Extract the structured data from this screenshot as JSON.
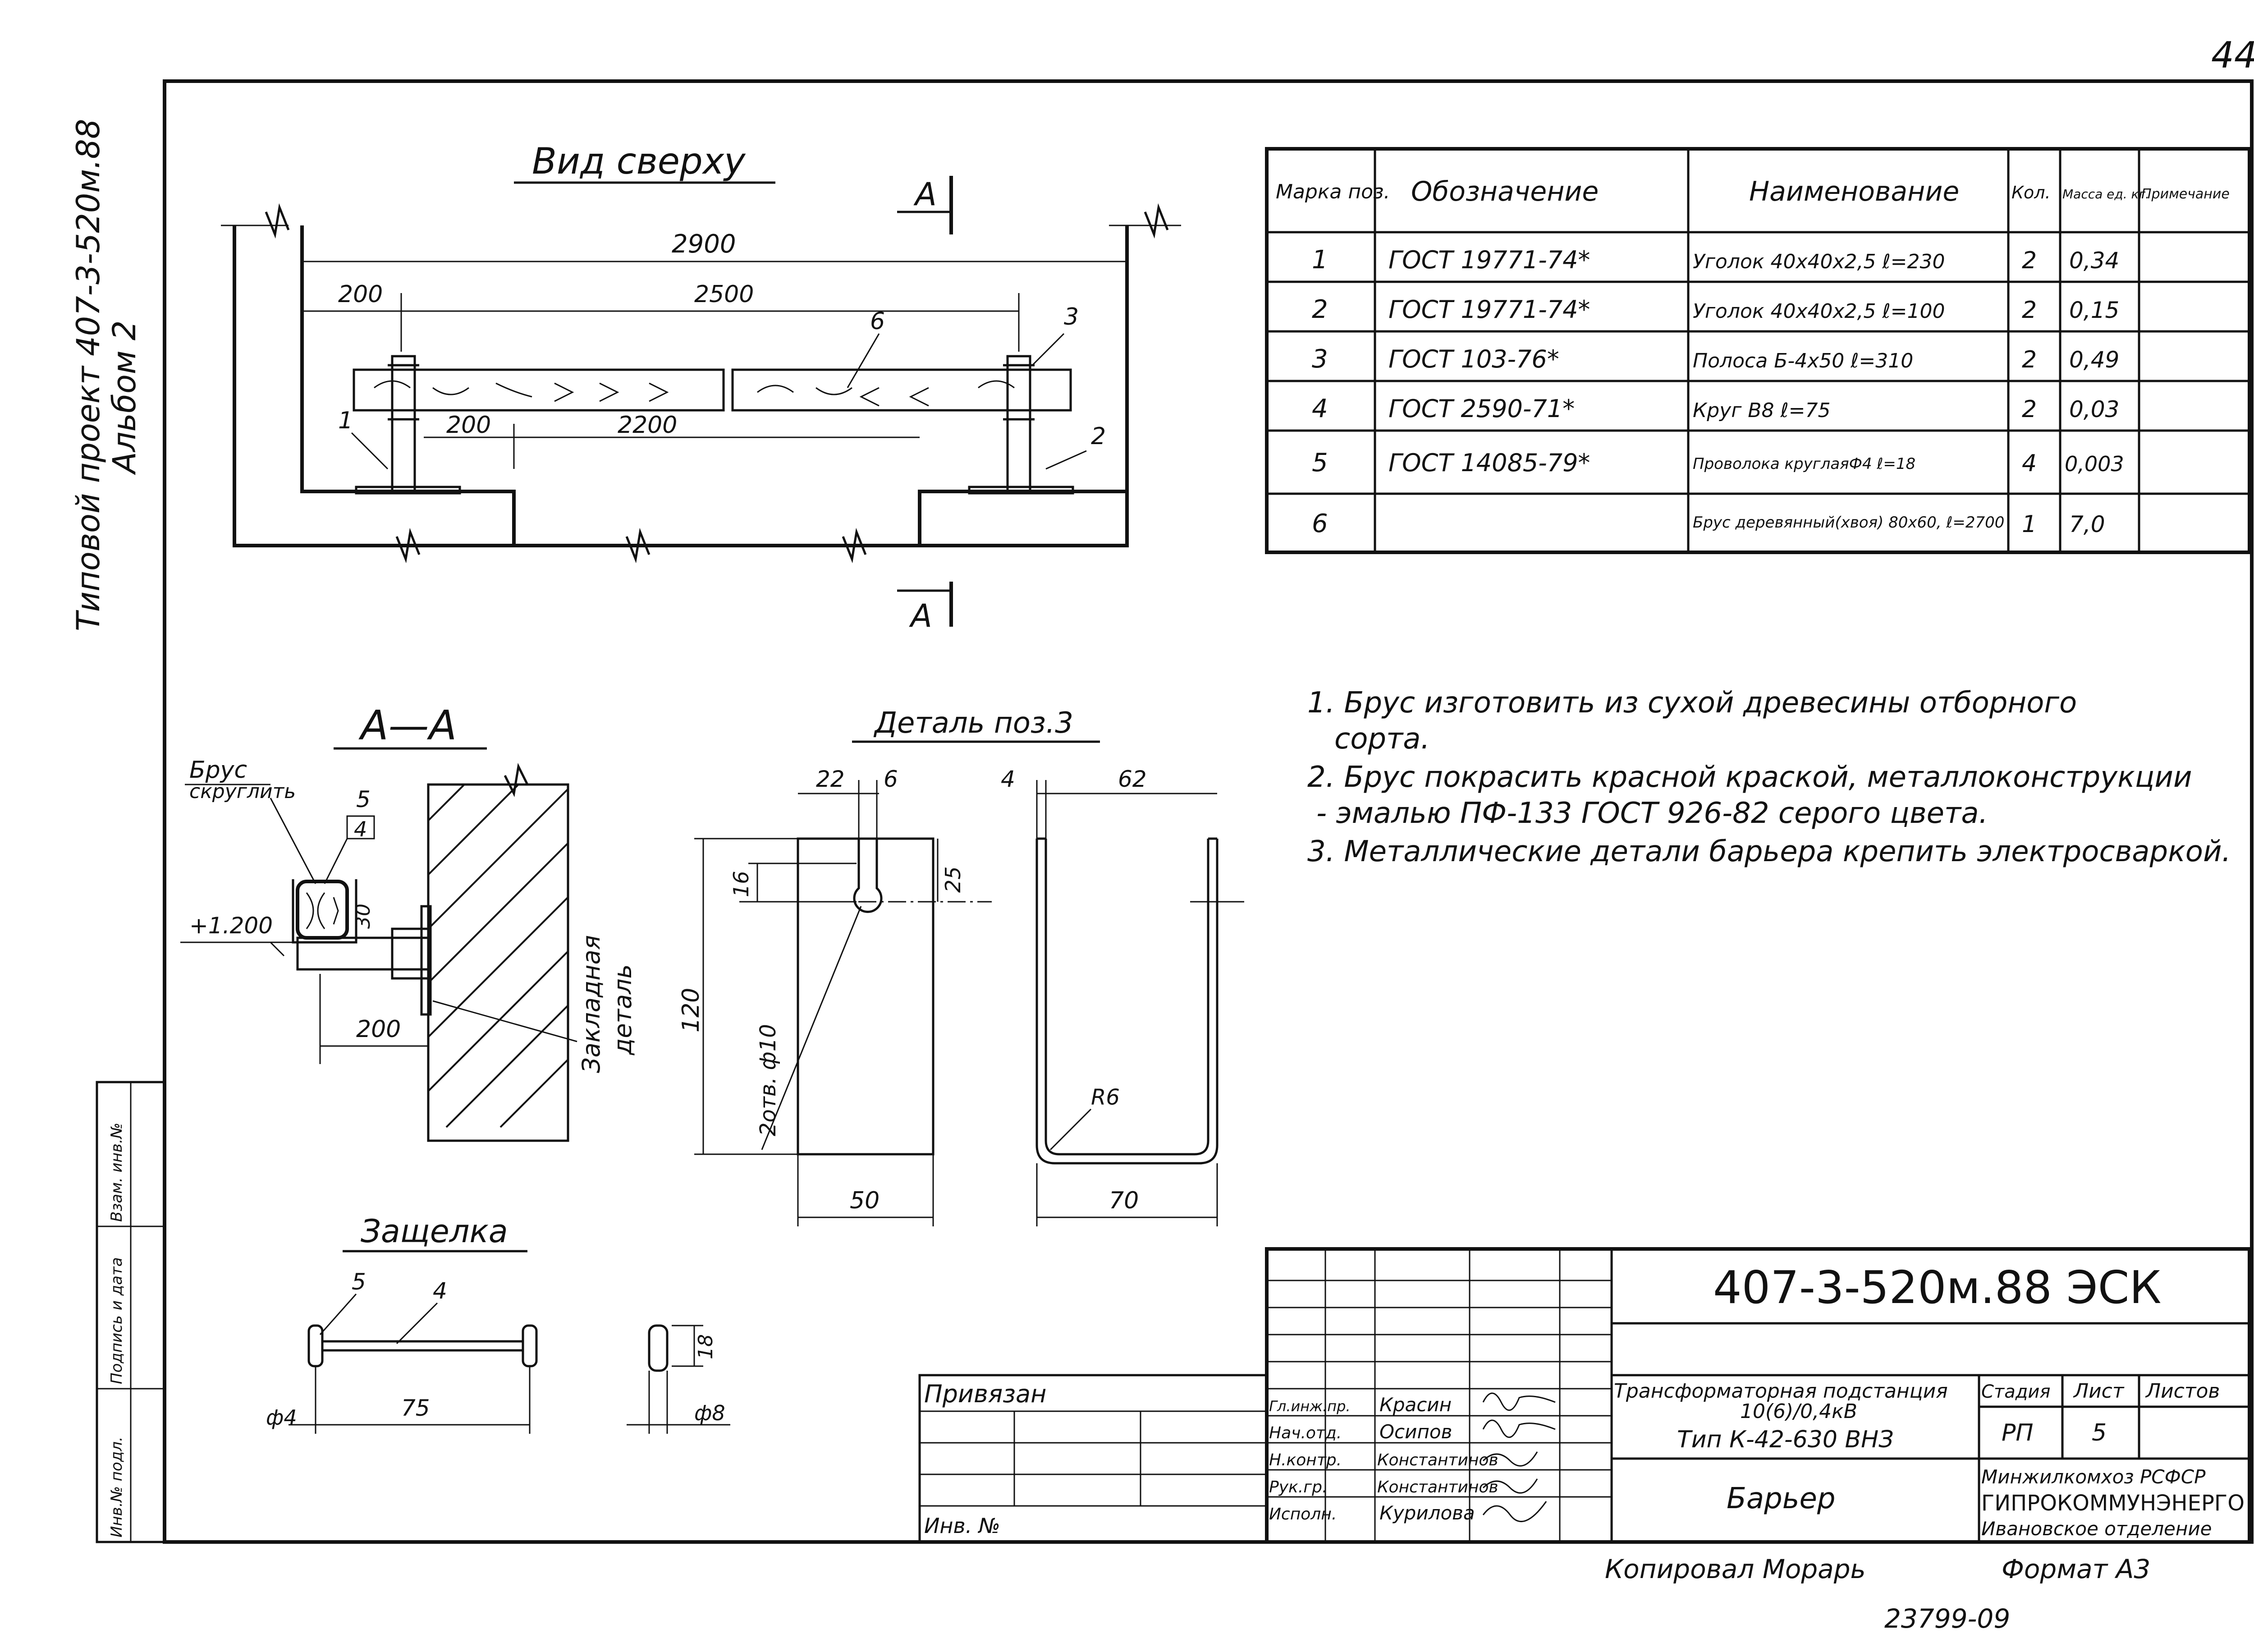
{
  "sheet_no": "44",
  "side_project": "Типовой проект 407-3-520м.88",
  "side_album": "Альбом 2",
  "side_stamp": [
    "Инв.№ подл.",
    "Подпись и дата",
    "Взам. инв.№"
  ],
  "views": {
    "top_title": "Вид сверху",
    "top_dims": {
      "overall": "2900",
      "left": "200",
      "span": "2500",
      "inner_left": "200",
      "inner_span": "2200"
    },
    "section_mark": "А",
    "section_title": "А—А",
    "section_labels": {
      "brus": "Брус",
      "round": "скруглить",
      "level": "+1.200",
      "p5": "5",
      "p4": "4",
      "d30": "30",
      "d200": "200",
      "embed1": "Закладная",
      "embed2": "деталь"
    },
    "detail_title": "Деталь поз.3",
    "detail_dims": {
      "d22": "22",
      "d6": "6",
      "d4": "4",
      "d62": "62",
      "d16": "16",
      "d25": "25",
      "d120": "120",
      "hole": "2отв. ф10",
      "r6": "R6",
      "d50": "50",
      "d70": "70"
    },
    "latch_title": "Защелка",
    "latch_dims": {
      "p5": "5",
      "p4": "4",
      "phi4": "ф4",
      "d75": "75",
      "d18": "18",
      "phi8": "ф8"
    },
    "top_callouts": {
      "p1": "1",
      "p2": "2",
      "p3": "3",
      "p6": "6"
    }
  },
  "spec_table": {
    "headers": [
      "Марка поз.",
      "Обозначение",
      "Наименование",
      "Кол.",
      "Масса ед. кг.",
      "Примечание"
    ],
    "rows": [
      [
        "1",
        "ГОСТ 19771-74*",
        "Уголок 40х40х2,5 ℓ=230",
        "2",
        "0,34",
        ""
      ],
      [
        "2",
        "ГОСТ 19771-74*",
        "Уголок 40х40х2,5 ℓ=100",
        "2",
        "0,15",
        ""
      ],
      [
        "3",
        "ГОСТ 103-76*",
        "Полоса Б-4х50 ℓ=310",
        "2",
        "0,49",
        ""
      ],
      [
        "4",
        "ГОСТ 2590-71*",
        "Круг В8 ℓ=75",
        "2",
        "0,03",
        ""
      ],
      [
        "5",
        "ГОСТ 14085-79*",
        "Проволока круглаяФ4 ℓ=18",
        "4",
        "0,003",
        ""
      ],
      [
        "6",
        "",
        "Брус деревянный(хвоя) 80х60, ℓ=2700",
        "1",
        "7,0",
        ""
      ]
    ]
  },
  "notes": [
    "1. Брус изготовить из сухой древесины отборного",
    "сорта.",
    "2. Брус покрасить красной краской, металлоконструкции",
    "- эмалью ПФ-133 ГОСТ 926-82 серого цвета.",
    "3. Металлические детали барьера крепить электросваркой."
  ],
  "title_block": {
    "doc_code": "407-3-520м.88 ЭСК",
    "privyazan": "Привязан",
    "inv_no": "Инв. №",
    "roles": [
      "Гл.инж.пр.",
      "Нач.отд.",
      "Н.контр.",
      "Рук.гр.",
      "Исполн."
    ],
    "names": [
      "Красин",
      "Осипов",
      "Константинов",
      "Константинов",
      "Курилова"
    ],
    "object_line1": "Трансформаторная подстанция",
    "object_line2": "10(6)/0,4кВ",
    "object_line3": "Тип К-42-630 ВНЗ",
    "sheet_title": "Барьер",
    "stage_hdr": "Стадия",
    "sheet_hdr": "Лист",
    "sheets_hdr": "Листов",
    "stage": "РП",
    "sheet": "5",
    "sheets": "",
    "org1": "Минжилкомхоз РСФСР",
    "org2": "ГИПРОКОММУНЭНЕРГО",
    "org3": "Ивановское отделение"
  },
  "footer": {
    "copied": "Копировал Морарь",
    "format": "Формат А3",
    "number": "23799-09"
  }
}
